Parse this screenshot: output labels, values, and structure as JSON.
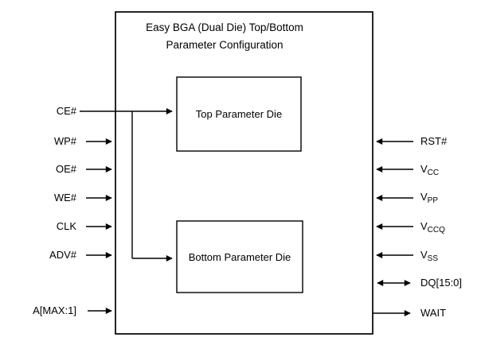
{
  "diagram": {
    "title_line1": "Easy BGA (Dual Die) Top/Bottom",
    "title_line2": "Parameter Configuration",
    "top_die_label": "Top Parameter Die",
    "bottom_die_label": "Bottom Parameter Die",
    "left_signals": [
      {
        "label": "CE#",
        "direction": "in",
        "connects_to": "top and bottom parameter die"
      },
      {
        "label": "WP#",
        "direction": "in"
      },
      {
        "label": "OE#",
        "direction": "in"
      },
      {
        "label": "WE#",
        "direction": "in"
      },
      {
        "label": "CLK",
        "direction": "in"
      },
      {
        "label": "ADV#",
        "direction": "in"
      },
      {
        "label": "A[MAX:1]",
        "direction": "in"
      }
    ],
    "right_signals": [
      {
        "base": "RST#",
        "direction": "in"
      },
      {
        "base": "V",
        "sub": "CC",
        "direction": "in"
      },
      {
        "base": "V",
        "sub": "PP",
        "direction": "in"
      },
      {
        "base": "V",
        "sub": "CCQ",
        "direction": "in"
      },
      {
        "base": "V",
        "sub": "SS",
        "direction": "in"
      },
      {
        "base": "DQ[15:0]",
        "direction": "bidirectional"
      },
      {
        "base": "WAIT",
        "direction": "out"
      }
    ],
    "colors": {
      "line": "#000000",
      "background": "#ffffff",
      "text": "#000000"
    }
  }
}
